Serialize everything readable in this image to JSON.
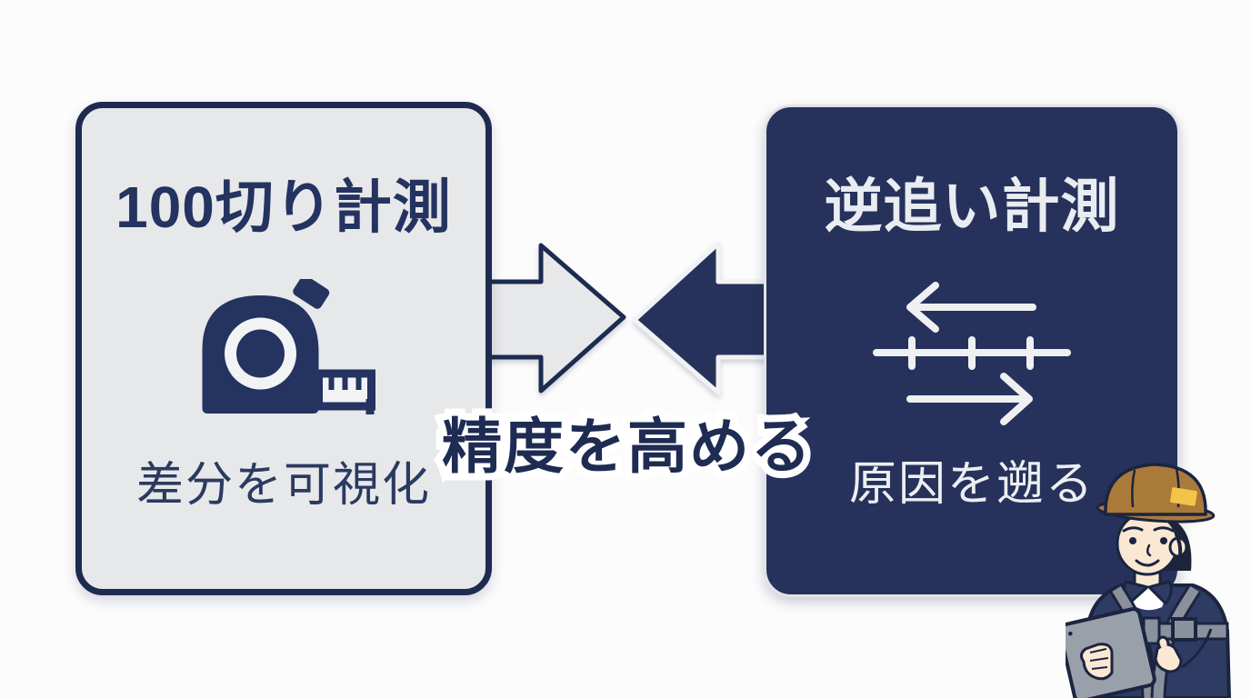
{
  "scene": {
    "background": "#fcfcfd",
    "type": "infographic-comparison-diagram"
  },
  "left_card": {
    "title": "100切り計測",
    "caption": "差分を可視化",
    "icon": "tape-measure-icon",
    "bg_color": "#e7e8ea",
    "border_color": "#1e2b50",
    "text_color": "#24335f"
  },
  "right_card": {
    "title": "逆追い計測",
    "caption": "原因を遡る",
    "icon": "backtrack-timeline-arrows-icon",
    "bg_color": "#26325b",
    "border_color": "#e1e3e7",
    "text_color": "#e9ecf0"
  },
  "center": {
    "label": "精度を高める",
    "label_color": "#1e2b52",
    "outline_color": "#ffffff",
    "left_arrow_fill": "#e7e8ea",
    "right_arrow_fill": "#26325b"
  },
  "illustration": {
    "name": "construction-worker-with-tablet",
    "helmet_color": "#aa7a39",
    "patch_color": "#f2c44a",
    "jacket_color": "#2e3b63",
    "skin_color": "#fbe8d3",
    "tablet_color": "#9aa0a9"
  }
}
